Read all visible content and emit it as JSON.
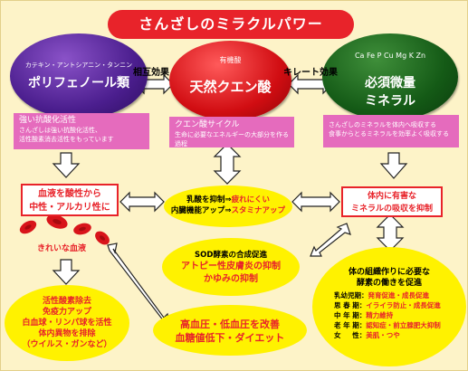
{
  "title": "さんざしのミラクルパワー",
  "spheres": {
    "polyphenol": {
      "sub": "カテキン・アントシアニン・タンニン",
      "main": "ポリフェノール類"
    },
    "citric": {
      "sub": "有機酸",
      "main": "天然クエン酸"
    },
    "mineral": {
      "sub": "Ca Fe P Cu Mg K Zn",
      "main1": "必須微量",
      "main2": "ミネラル"
    }
  },
  "links": {
    "mutual": "相互効果",
    "chelate": "キレート効果"
  },
  "info": {
    "polyphenol": {
      "heading": "強い抗酸化活性",
      "line1": "さんざしは強い抗酸化活性、",
      "line2": "活性酸素消去活性をもっています"
    },
    "citric": {
      "heading": "クエン酸サイクル",
      "line1": "生命に必要なエネルギーの大部分を作る過程"
    },
    "mineral": {
      "line1": "さんざしのミネラルを体内へ吸収する",
      "line2": "食事からとるミネラルを効率よく吸収する"
    }
  },
  "blood_box": {
    "line1": "血液を酸性から",
    "line2": "中性・アルカリ性に"
  },
  "blood_label": "きれいな血液",
  "lactic": {
    "l1a": "乳酸を抑制⇒",
    "l1b": "疲れにくい",
    "l2a": "内臓機能アップ⇒",
    "l2b": "スタミナアップ"
  },
  "harmful_box": {
    "line1": "体内に有害な",
    "line2": "ミネラルの吸収を抑制"
  },
  "sod": {
    "line1": "SOD酵素の合成促進",
    "line2": "アトピー性皮膚炎の抑制",
    "line3": "かゆみの抑制"
  },
  "immune": {
    "line1": "活性酸素除去",
    "line2": "免疫力アップ",
    "line3": "白血球・リンパ球を活性",
    "line4": "体内異物を排除",
    "line5": "（ウイルス・ガンなど）"
  },
  "pressure": {
    "line1": "高血圧・低血圧を改善",
    "line2": "血糖値低下・ダイエット"
  },
  "tissue": {
    "title1": "体の組織作りに必要な",
    "title2": "酵素の働きを促進",
    "rows": [
      {
        "k": "乳幼児期：",
        "v": "発育促進・成長促進"
      },
      {
        "k": "思 春 期：",
        "v": "イライラ防止・成長促進"
      },
      {
        "k": "中 年 期：",
        "v": "精力維持"
      },
      {
        "k": "老 年 期：",
        "v": "認知症・前立腺肥大抑制"
      },
      {
        "k": "女 　 性：",
        "v": "美肌・つや"
      }
    ]
  },
  "colors": {
    "red": "#e8232a",
    "yellow": "#fff200",
    "pink": "#e56bbd",
    "purple": "#4b1e8e",
    "green": "#145a16",
    "background": "#fdf3c8"
  }
}
